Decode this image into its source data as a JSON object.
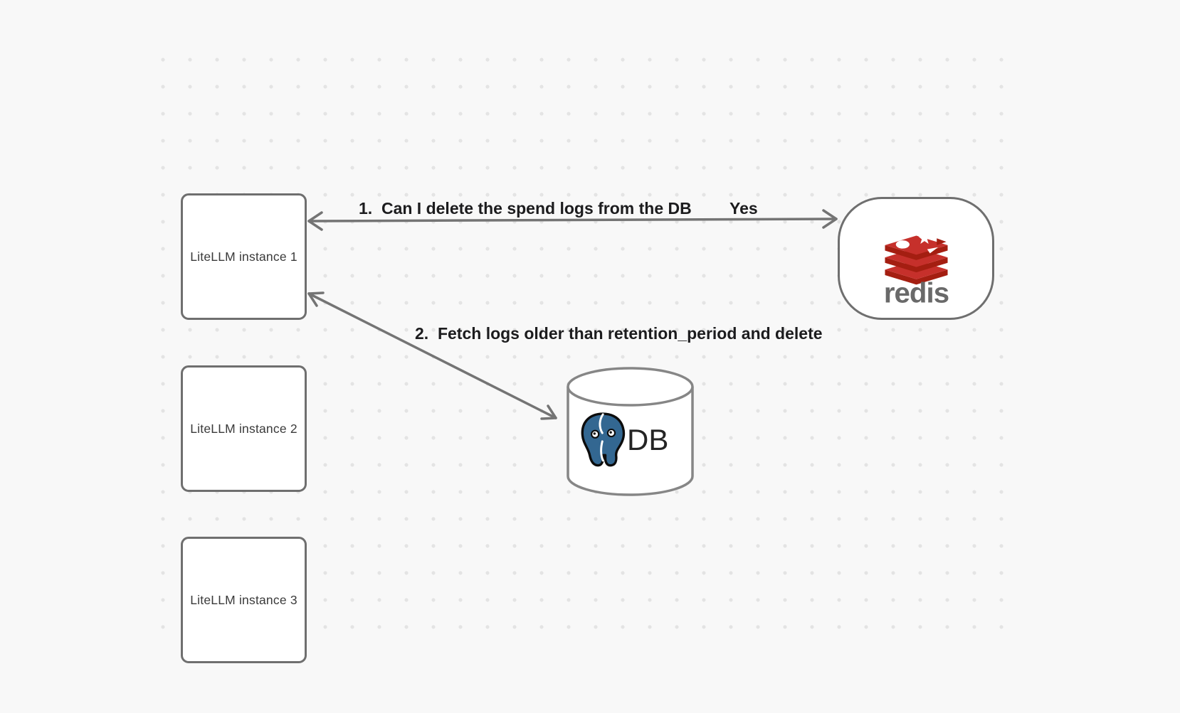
{
  "canvas": {
    "background_color": "#f8f8f8",
    "dot_color": "#e4e4e4"
  },
  "instances": [
    {
      "label": "LiteLLM instance 1"
    },
    {
      "label": "LiteLLM instance 2"
    },
    {
      "label": "LiteLLM instance 3"
    }
  ],
  "redis": {
    "wordmark": "redis",
    "brand_red": "#c6302b",
    "brand_red_dark": "#a41e11",
    "wordmark_color": "#696969"
  },
  "db": {
    "label": "DB",
    "postgres_blue": "#336791"
  },
  "edges": [
    {
      "label": "1.  Can I delete the spend logs from the DB",
      "reply": "Yes"
    },
    {
      "label": "2.  Fetch logs older than retention_period and delete"
    }
  ]
}
